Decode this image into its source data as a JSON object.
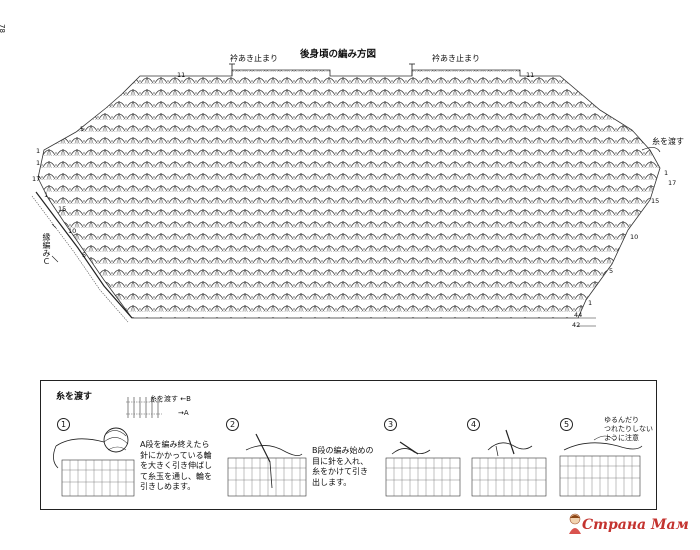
{
  "page_number": "78",
  "chart": {
    "title": "後身頃の編み方図",
    "neck_label_left": "衿あき止まり",
    "neck_label_right": "衿あき止まり",
    "pass_yarn_label": "糸を渡す",
    "edging_label": "縁編みＣ",
    "row_numbers_left": [
      "11",
      "5",
      "1",
      "1",
      "17"
    ],
    "row_numbers_right": [
      "11",
      "1",
      "17",
      "15",
      "10",
      "5",
      "1",
      "44",
      "42"
    ],
    "row_numbers_edge": [
      "15",
      "10",
      "5",
      "1"
    ]
  },
  "panel": {
    "title": "糸を渡す",
    "legend_b": "糸を渡す ←B",
    "legend_a": "→A",
    "steps": [
      {
        "num": "1",
        "text": "A段を編み終えたら\n針にかかっている輪\nを大きく引き伸ばし\nて糸玉を通し、輪を\n引きしめます。"
      },
      {
        "num": "2",
        "text": "B段の編み始めの\n目に針を入れ、\n糸をかけて引き\n出します。"
      },
      {
        "num": "3",
        "text": ""
      },
      {
        "num": "4",
        "text": ""
      },
      {
        "num": "5",
        "text": "ゆるんだり\nつれたりしない\nように注意"
      }
    ]
  },
  "watermark": "Страна Мам"
}
